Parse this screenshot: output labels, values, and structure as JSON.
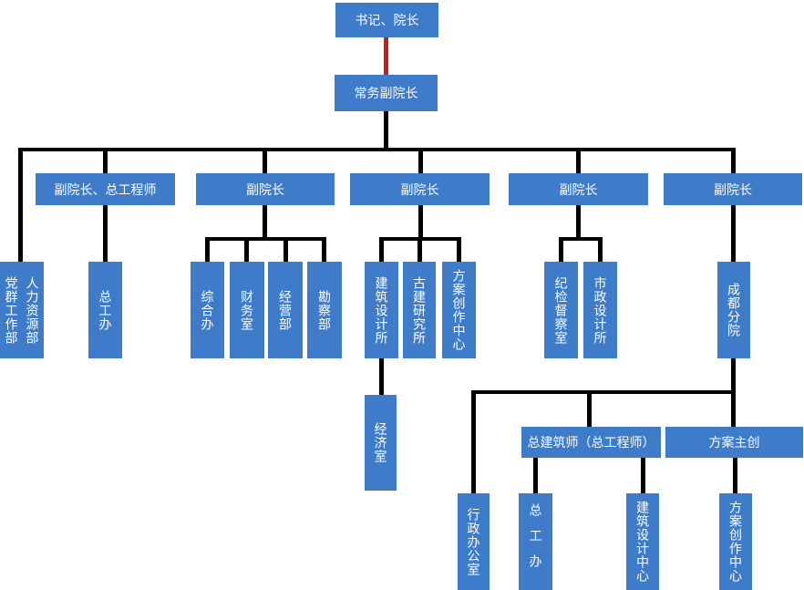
{
  "colors": {
    "node_fill": "#3E7CC9",
    "node_text": "#FFFFFF",
    "connector_black": "#000000",
    "connector_red": "#C02020"
  },
  "org": {
    "root": {
      "label": "书记、院长"
    },
    "executive_vp": {
      "label": "常务副院长"
    },
    "vps": {
      "vp_chief_engineer": {
        "label": "副院长、总工程师"
      },
      "vp2": {
        "label": "副院长"
      },
      "vp3": {
        "label": "副院长"
      },
      "vp4": {
        "label": "副院长"
      },
      "vp5": {
        "label": "副院长"
      }
    },
    "depts": {
      "party_mass": {
        "label": "党群工作部"
      },
      "human_resources": {
        "label": "人力资源部"
      },
      "chief_engineer_office": {
        "label": "总工办"
      },
      "general_office": {
        "label": "综合办"
      },
      "finance_office": {
        "label": "财务室"
      },
      "business_dept": {
        "label": "经营部"
      },
      "survey_dept": {
        "label": "勘察部"
      },
      "arch_design_institute": {
        "label": "建筑设计所"
      },
      "ancient_arch_institute": {
        "label": "古建研究所"
      },
      "scheme_creation_center": {
        "label": "方案创作中心"
      },
      "economy_office": {
        "label": "经济室"
      },
      "discipline_inspection_office": {
        "label": "纪检督察室"
      },
      "municipal_design_institute": {
        "label": "市政设计所"
      }
    },
    "chengdu_branch": {
      "label": "成都分院",
      "chief_architect": {
        "label": "总建筑师（总工程师）"
      },
      "scheme_lead": {
        "label": "方案主创"
      },
      "admin_office": {
        "label": "行政办公室"
      },
      "chief_engineer_office": {
        "label": "总工办"
      },
      "arch_design_center": {
        "label": "建筑设计中心"
      },
      "scheme_creation_center": {
        "label": "方案创作中心"
      }
    }
  }
}
